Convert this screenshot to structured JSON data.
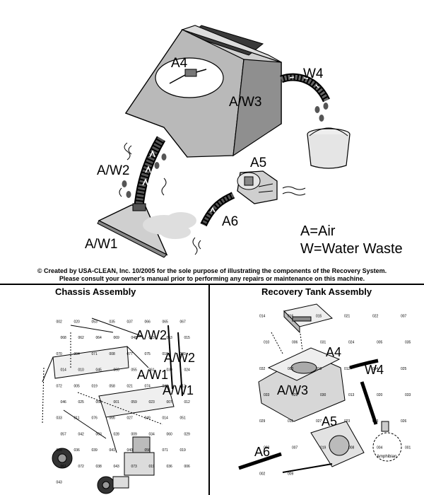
{
  "top_labels": {
    "a4": "A4",
    "w4": "W4",
    "aw3": "A/W3",
    "aw2": "A/W2",
    "a5": "A5",
    "a6": "A6",
    "aw1": "A/W1"
  },
  "legend": {
    "air": "A=Air",
    "water": "W=Water Waste"
  },
  "copyright": {
    "line1": "© Created by USA-CLEAN, Inc. 10/2005 for the sole purpose of illustrating the components of the Recovery System.",
    "line2": "Please consult your owner's manual prior to performing any repairs or maintenance on this machine."
  },
  "chassis": {
    "title": "Chassis Assembly",
    "labels": {
      "aw2_a": "A/W2",
      "aw2_b": "A/W2",
      "aw1_a": "A/W1",
      "aw1_b": "A/W1"
    },
    "parts": [
      "002",
      "020",
      "053",
      "035",
      "037",
      "066",
      "065",
      "067",
      "068",
      "062",
      "064",
      "069",
      "048",
      "013",
      "063",
      "015",
      "070",
      "004",
      "071",
      "008",
      "077",
      "075",
      "016",
      "009",
      "014",
      "010",
      "045",
      "003",
      "055",
      "061",
      "030",
      "024",
      "072",
      "005",
      "019",
      "058",
      "021",
      "074",
      "032",
      "013",
      "046",
      "025",
      "050",
      "001",
      "059",
      "023",
      "007",
      "012",
      "033",
      "011",
      "076",
      "066",
      "027",
      "049",
      "014",
      "051",
      "057",
      "042",
      "003",
      "028",
      "009",
      "034",
      "060",
      "029",
      "018",
      "036",
      "039",
      "041",
      "040",
      "056",
      "071",
      "019",
      "061",
      "072",
      "038",
      "043",
      "073",
      "019",
      "036",
      "006",
      "043"
    ]
  },
  "recovery": {
    "title": "Recovery Tank Assembly",
    "labels": {
      "a4": "A4",
      "w4": "W4",
      "aw3": "A/W3",
      "a5": "A5",
      "a6": "A6"
    },
    "parts": [
      "014",
      "016",
      "015",
      "021",
      "022",
      "007",
      "010",
      "006",
      "031",
      "024",
      "005",
      "035",
      "032",
      "003",
      "018",
      "012",
      "034",
      "025",
      "033",
      "028",
      "030",
      "013",
      "020",
      "033",
      "029",
      "011",
      "027",
      "023",
      "033",
      "026",
      "003",
      "007",
      "019",
      "008",
      "004",
      "001",
      "002",
      "009"
    ],
    "inset_caption": "Amphibian"
  }
}
